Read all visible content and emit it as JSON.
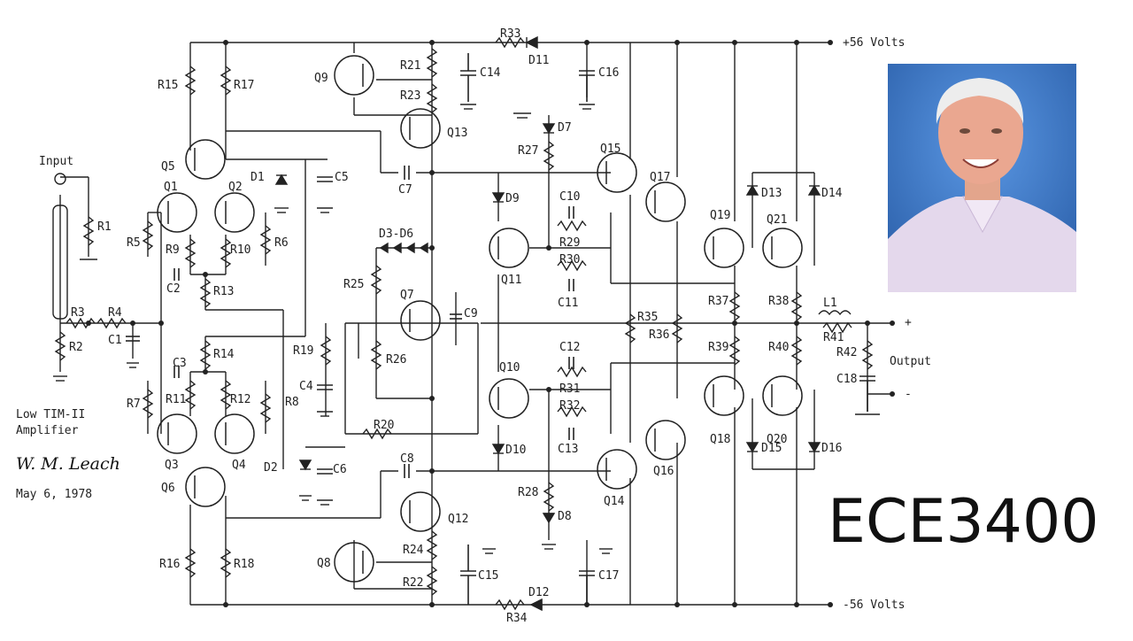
{
  "labels": {
    "supply_pos": "+56 Volts",
    "supply_neg": "-56 Volts",
    "input": "Input",
    "output": "Output",
    "out_plus": "+",
    "out_minus": "-",
    "title_line1": "Low TIM-II",
    "title_line2": "Amplifier",
    "signature": "W. M. Leach",
    "date": "May 6, 1978",
    "course": "ECE3400"
  },
  "components": {
    "resistors": [
      "R1",
      "R2",
      "R3",
      "R4",
      "R5",
      "R6",
      "R7",
      "R8",
      "R9",
      "R10",
      "R11",
      "R12",
      "R13",
      "R14",
      "R15",
      "R16",
      "R17",
      "R18",
      "R19",
      "R20",
      "R21",
      "R22",
      "R23",
      "R24",
      "R25",
      "R26",
      "R27",
      "R28",
      "R29",
      "R30",
      "R31",
      "R32",
      "R33",
      "R34",
      "R35",
      "R36",
      "R37",
      "R38",
      "R39",
      "R40",
      "R41",
      "R42"
    ],
    "capacitors": [
      "C1",
      "C2",
      "C3",
      "C4",
      "C5",
      "C6",
      "C7",
      "C8",
      "C9",
      "C10",
      "C11",
      "C12",
      "C13",
      "C14",
      "C15",
      "C16",
      "C17",
      "C18"
    ],
    "transistors": [
      "Q1",
      "Q2",
      "Q3",
      "Q4",
      "Q5",
      "Q6",
      "Q7",
      "Q8",
      "Q9",
      "Q10",
      "Q11",
      "Q12",
      "Q13",
      "Q14",
      "Q15",
      "Q16",
      "Q17",
      "Q18",
      "Q19",
      "Q20",
      "Q21"
    ],
    "diodes": [
      "D1",
      "D2",
      "D3-D6",
      "D7",
      "D8",
      "D9",
      "D10",
      "D11",
      "D12",
      "D13",
      "D14",
      "D15",
      "D16"
    ],
    "inductors": [
      "L1"
    ]
  },
  "photo": {
    "shirt_color": "#e4d8ec",
    "background_color": "#3b78c9"
  }
}
